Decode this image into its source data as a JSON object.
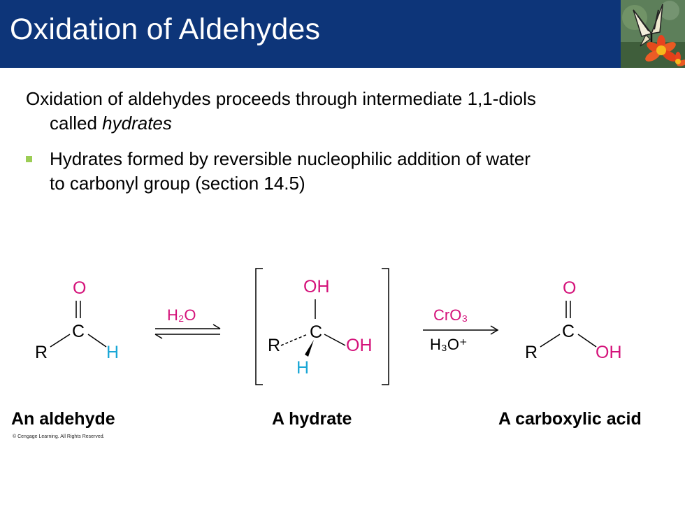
{
  "slide": {
    "title": "Oxidation of Aldehydes",
    "title_image_icon": "butterfly-on-flower-photo",
    "paragraph_line1": "Oxidation of aldehydes proceeds through intermediate 1,1-diols",
    "paragraph_line2_prefix": "called ",
    "paragraph_line2_italic": "hydrates",
    "bullet_line1": "Hydrates formed by reversible nucleophilic addition of water",
    "bullet_line2": "to carbonyl group (section 14.5)"
  },
  "scheme": {
    "aldehyde": {
      "O": "O",
      "C": "C",
      "R": "R",
      "H": "H"
    },
    "step1_reagent": "H₂O",
    "hydrate": {
      "OH_top": "OH",
      "C": "C",
      "R": "R",
      "OH_right": "OH",
      "H": "H"
    },
    "step2_reagent_top": "CrO₃",
    "step2_reagent_bottom": "H₃O⁺",
    "acid": {
      "O": "O",
      "C": "C",
      "R": "R",
      "OH": "OH"
    }
  },
  "captions": {
    "aldehyde": "An aldehyde",
    "hydrate": "A hydrate",
    "acid": "A carboxylic acid"
  },
  "copyright": "© Cengage Learning. All Rights Reserved.",
  "colors": {
    "title_bar": "#0d3579",
    "bullet": "#9ccd55",
    "oxygen": "#d4127a",
    "hydrogen": "#1aa7d6"
  }
}
